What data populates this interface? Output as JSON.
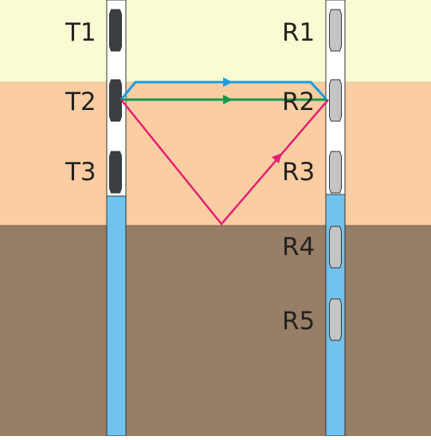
{
  "colors": {
    "top_layer": "#FBFBD3",
    "middle_layer": "#FACDA2",
    "bottom_layer": "#977E66",
    "water": "#70C3EE",
    "borehole_casing": "#FFFFFF",
    "transmitter": "#3A3F41",
    "receiver": "#C4C4C4",
    "direct_ray_blue": "#1C9BDF",
    "direct_ray_green": "#119949",
    "reflected_ray": "#E71D73",
    "outline": "#333333"
  },
  "transmitters": [
    {
      "label": "T1"
    },
    {
      "label": "T2"
    },
    {
      "label": "T3"
    }
  ],
  "receivers": [
    {
      "label": "R1"
    },
    {
      "label": "R2"
    },
    {
      "label": "R3"
    },
    {
      "label": "R4"
    },
    {
      "label": "R5"
    }
  ]
}
